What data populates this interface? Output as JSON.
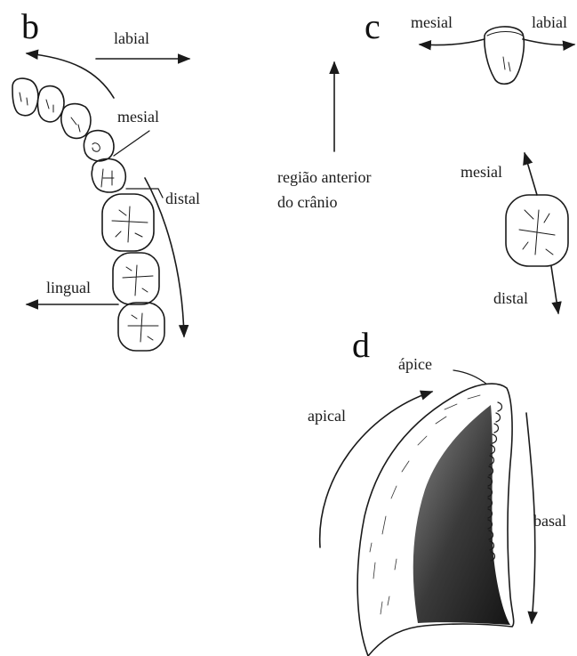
{
  "panels": {
    "b": "b",
    "c": "c",
    "d": "d"
  },
  "labels_b": {
    "labial": "labial",
    "mesial": "mesial",
    "distal": "distal",
    "lingual": "lingual"
  },
  "labels_c": {
    "mesial_top": "mesial",
    "labial_top": "labial",
    "regiao_line1": "região anterior",
    "regiao_line2": "do crânio",
    "mesial_mid": "mesial",
    "distal_low": "distal"
  },
  "labels_d": {
    "apice": "ápice",
    "apical": "apical",
    "basal": "basal"
  },
  "colors": {
    "ink": "#1a1a1a",
    "shade": "#4a4a4a"
  }
}
